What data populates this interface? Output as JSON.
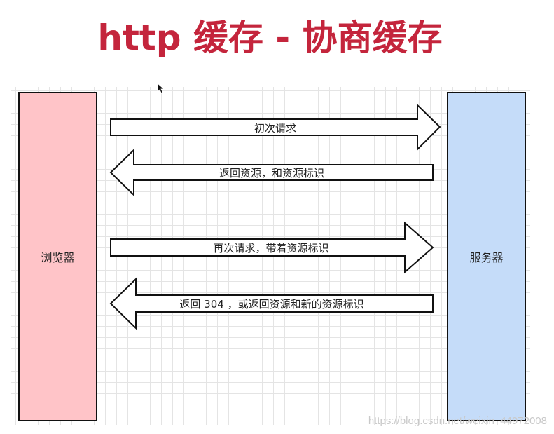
{
  "title": "http 缓存 - 协商缓存",
  "nodes": {
    "browser": "浏览器",
    "server": "服务器"
  },
  "messages": [
    {
      "label": "初次请求",
      "direction": "to-server"
    },
    {
      "label": "返回资源，和资源标识",
      "direction": "to-browser"
    },
    {
      "label": "再次请求，带着资源标识",
      "direction": "to-server"
    },
    {
      "label": "返回  304 ，或返回资源和新的资源标识",
      "direction": "to-browser"
    }
  ],
  "watermark": "https://blog.csdn.net/weixin_44972008",
  "colors": {
    "title": "#c4253c",
    "browser_fill": "#ffc4c8",
    "server_fill": "#c5dcf9"
  }
}
